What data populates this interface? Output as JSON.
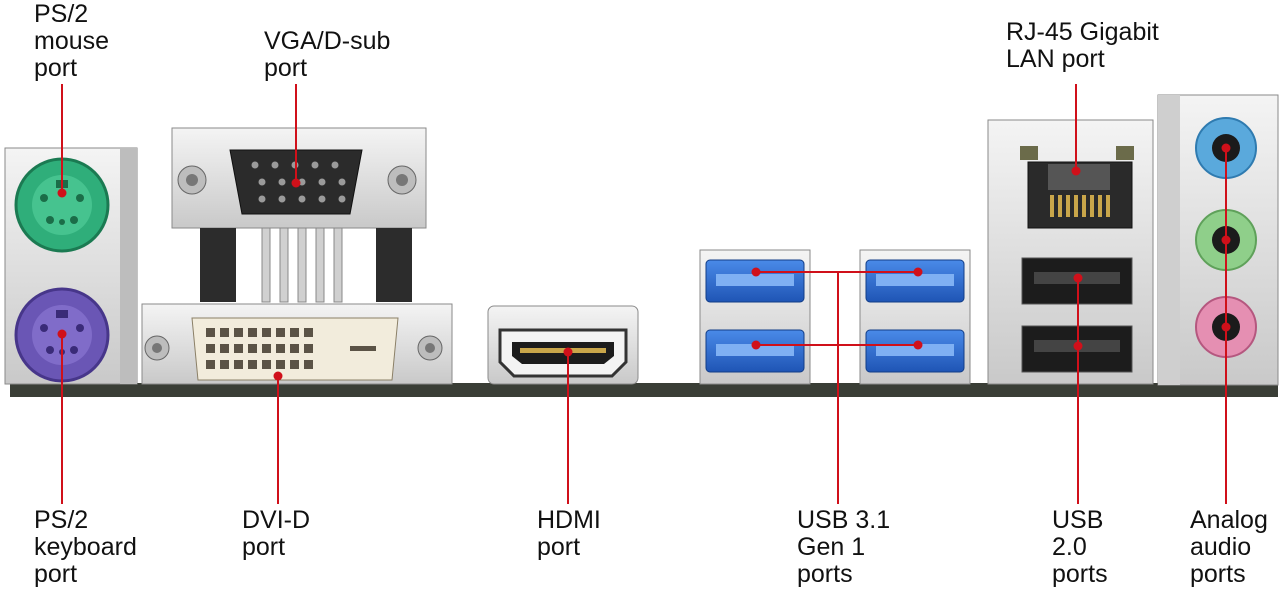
{
  "labels": {
    "ps2_mouse": [
      "PS/2",
      "mouse",
      "port"
    ],
    "vga": [
      "VGA/D-sub",
      "port"
    ],
    "rj45": [
      "RJ-45 Gigabit",
      "LAN port"
    ],
    "ps2_keyboard": [
      "PS/2",
      "keyboard",
      "port"
    ],
    "dvi": [
      "DVI-D",
      "port"
    ],
    "hdmi": [
      "HDMI",
      "port"
    ],
    "usb31": [
      "USB 3.1",
      "Gen 1",
      "ports"
    ],
    "usb20": [
      "USB",
      "2.0",
      "ports"
    ],
    "audio": [
      "Analog",
      "audio",
      "ports"
    ]
  },
  "colors": {
    "leader": "#d0101a",
    "ps2_mouse": "#2fae7a",
    "ps2_keyboard": "#6a56b5",
    "usb3": "#2d6fd6",
    "audio_blue": "#5aa9dc",
    "audio_green": "#8fcf8a",
    "audio_pink": "#e58fb2",
    "board": "#3a3e36",
    "metal": "#e4e4e4"
  }
}
